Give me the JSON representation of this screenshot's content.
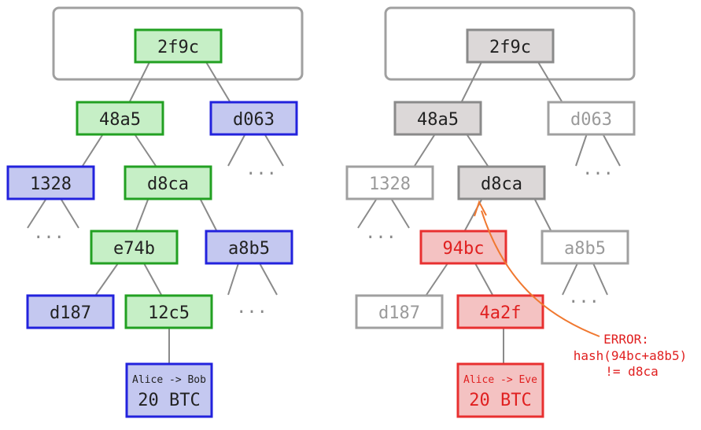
{
  "colors": {
    "green_stroke": "#22a022",
    "green_fill": "#c6efc6",
    "blue_stroke": "#2222dd",
    "blue_fill": "#c4c8f0",
    "gray_stroke": "#8a8a8a",
    "gray_fill": "#dcd8d8",
    "red_stroke": "#e83030",
    "red_fill": "#f4c2c2",
    "orange": "#f07830",
    "text_dark": "#222222",
    "text_gray": "#9a9a9a",
    "text_red": "#e02020"
  },
  "left_tree": {
    "root": "2f9c",
    "n1": "48a5",
    "n2": "d063",
    "n3": "1328",
    "n4": "d8ca",
    "n5": "e74b",
    "n6": "a8b5",
    "n7": "d187",
    "n8": "12c5",
    "tx_line1": "Alice -> Bob",
    "tx_line2": "20 BTC",
    "ellipsis": "..."
  },
  "right_tree": {
    "root": "2f9c",
    "n1": "48a5",
    "n2": "d063",
    "n3": "1328",
    "n4": "d8ca",
    "n5": "94bc",
    "n6": "a8b5",
    "n7": "d187",
    "n8": "4a2f",
    "tx_line1": "Alice -> Eve",
    "tx_line2": "20 BTC",
    "ellipsis": "..."
  },
  "error": {
    "line1": "ERROR:",
    "line2": "hash(94bc+a8b5)",
    "line3": "!= d8ca"
  }
}
